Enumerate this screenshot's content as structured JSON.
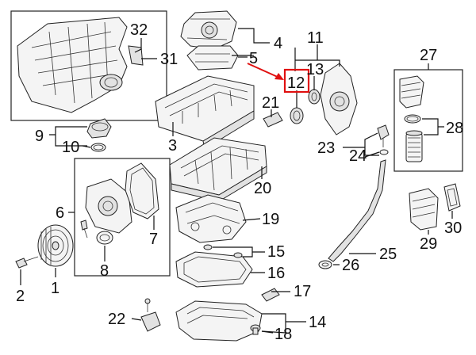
{
  "diagram": {
    "highlight_color": "#e01010",
    "labels": [
      {
        "id": "32",
        "text": "32"
      },
      {
        "id": "31",
        "text": "31"
      },
      {
        "id": "4",
        "text": "4"
      },
      {
        "id": "5",
        "text": "5"
      },
      {
        "id": "11",
        "text": "11"
      },
      {
        "id": "13",
        "text": "13"
      },
      {
        "id": "12",
        "text": "12"
      },
      {
        "id": "27",
        "text": "27"
      },
      {
        "id": "21",
        "text": "21"
      },
      {
        "id": "28",
        "text": "28"
      },
      {
        "id": "9",
        "text": "9"
      },
      {
        "id": "10",
        "text": "10"
      },
      {
        "id": "3",
        "text": "3"
      },
      {
        "id": "23",
        "text": "23"
      },
      {
        "id": "24",
        "text": "24"
      },
      {
        "id": "20",
        "text": "20"
      },
      {
        "id": "6",
        "text": "6"
      },
      {
        "id": "19",
        "text": "19"
      },
      {
        "id": "7",
        "text": "7"
      },
      {
        "id": "29",
        "text": "29"
      },
      {
        "id": "30",
        "text": "30"
      },
      {
        "id": "25",
        "text": "25"
      },
      {
        "id": "15",
        "text": "15"
      },
      {
        "id": "8",
        "text": "8"
      },
      {
        "id": "26",
        "text": "26"
      },
      {
        "id": "16",
        "text": "16"
      },
      {
        "id": "1",
        "text": "1"
      },
      {
        "id": "2",
        "text": "2"
      },
      {
        "id": "17",
        "text": "17"
      },
      {
        "id": "22",
        "text": "22"
      },
      {
        "id": "14",
        "text": "14"
      },
      {
        "id": "18",
        "text": "18"
      }
    ]
  }
}
